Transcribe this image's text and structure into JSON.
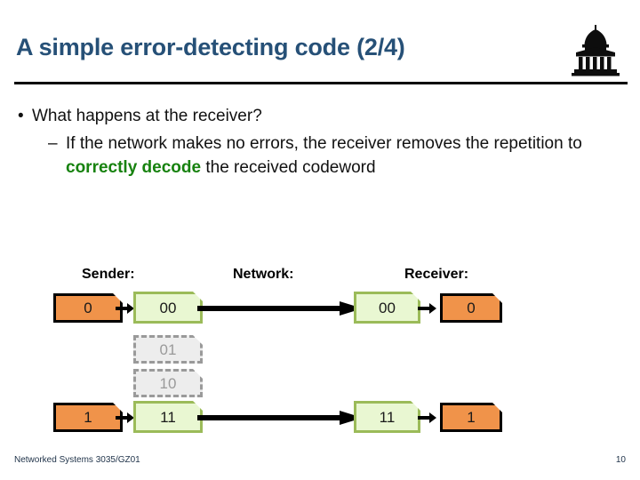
{
  "slide": {
    "title": "A simple error-detecting code (2/4)",
    "logo_icon": "university-dome-building-icon",
    "accent_title_color": "#265077",
    "highlight_color": "#17820F"
  },
  "bullets": {
    "level1_marker": "•",
    "level2_marker": "–",
    "level1_text": "What happens at the receiver?",
    "level2_part1": "If the network makes no errors, the receiver removes the repetition to ",
    "level2_highlight": "correctly decode",
    "level2_part2": " the received codeword"
  },
  "diagram": {
    "labels": {
      "sender": "Sender:",
      "network": "Network:",
      "receiver": "Receiver:"
    },
    "rows": [
      {
        "sender_value": "0",
        "network_value": "00",
        "received_value": "00",
        "decoded_value": "0"
      },
      {
        "sender_value": "1",
        "network_value": "11",
        "received_value": "11",
        "decoded_value": "1"
      }
    ],
    "unused_codewords": [
      "01",
      "10"
    ],
    "colors": {
      "data_box_fill": "#F0934A",
      "data_box_border": "#000000",
      "codeword_box_fill": "#E9F7D2",
      "codeword_box_border": "#9BBB59",
      "unused_box_fill": "#EDEDED",
      "unused_box_border": "#9A9A9A",
      "arrow": "#000000"
    }
  },
  "footer": {
    "course": "Networked Systems 3035/GZ01",
    "page_number": "10"
  }
}
